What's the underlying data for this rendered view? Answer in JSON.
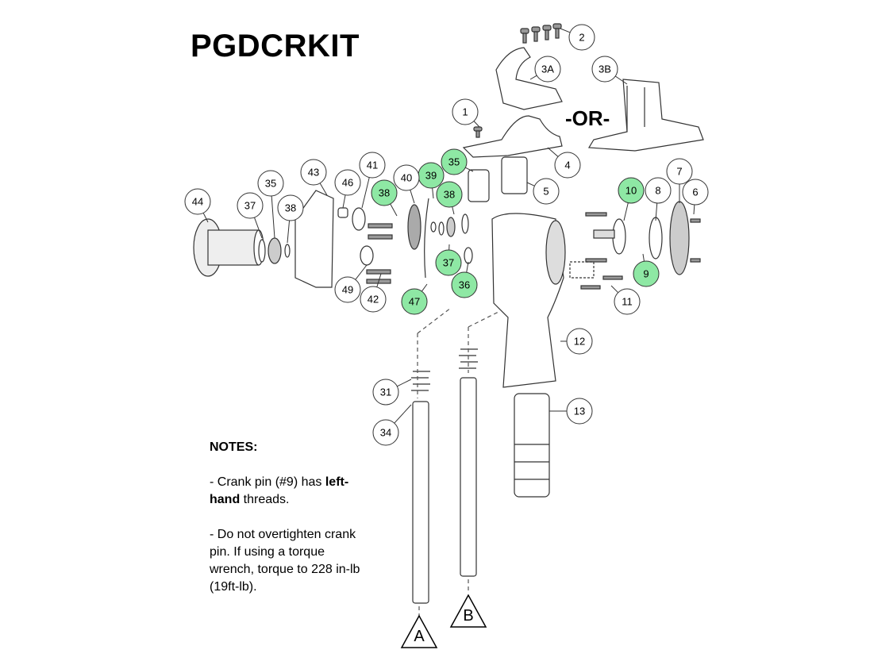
{
  "title": "PGDCRKIT",
  "or_label": "-OR-",
  "notes": {
    "heading": "NOTES:",
    "note1_prefix": "- Crank pin (#9) has",
    "note1_bold": "left-hand",
    "note1_suffix": "threads.",
    "note2": "- Do not overtighten crank pin. If using a torque wrench, torque to 228 in-lb (19ft-lb)."
  },
  "highlight_color": "#8ee8a4",
  "callouts": [
    {
      "label": "2",
      "highlighted": false
    },
    {
      "label": "3A",
      "highlighted": false
    },
    {
      "label": "3B",
      "highlighted": false
    },
    {
      "label": "1",
      "highlighted": false
    },
    {
      "label": "4",
      "highlighted": false
    },
    {
      "label": "5",
      "highlighted": false
    },
    {
      "label": "35",
      "highlighted": true
    },
    {
      "label": "39",
      "highlighted": true
    },
    {
      "label": "40",
      "highlighted": false
    },
    {
      "label": "41",
      "highlighted": false
    },
    {
      "label": "38",
      "highlighted": true
    },
    {
      "label": "38",
      "highlighted": true
    },
    {
      "label": "46",
      "highlighted": false
    },
    {
      "label": "43",
      "highlighted": false
    },
    {
      "label": "35",
      "highlighted": false
    },
    {
      "label": "37",
      "highlighted": false
    },
    {
      "label": "38",
      "highlighted": false
    },
    {
      "label": "44",
      "highlighted": false
    },
    {
      "label": "49",
      "highlighted": false
    },
    {
      "label": "42",
      "highlighted": false
    },
    {
      "label": "37",
      "highlighted": true
    },
    {
      "label": "36",
      "highlighted": true
    },
    {
      "label": "47",
      "highlighted": true
    },
    {
      "label": "10",
      "highlighted": true
    },
    {
      "label": "8",
      "highlighted": false
    },
    {
      "label": "7",
      "highlighted": false
    },
    {
      "label": "6",
      "highlighted": false
    },
    {
      "label": "9",
      "highlighted": true
    },
    {
      "label": "11",
      "highlighted": false
    },
    {
      "label": "12",
      "highlighted": false
    },
    {
      "label": "13",
      "highlighted": false
    },
    {
      "label": "31",
      "highlighted": false
    },
    {
      "label": "34",
      "highlighted": false
    }
  ],
  "markers": [
    {
      "label": "A"
    },
    {
      "label": "B"
    }
  ]
}
